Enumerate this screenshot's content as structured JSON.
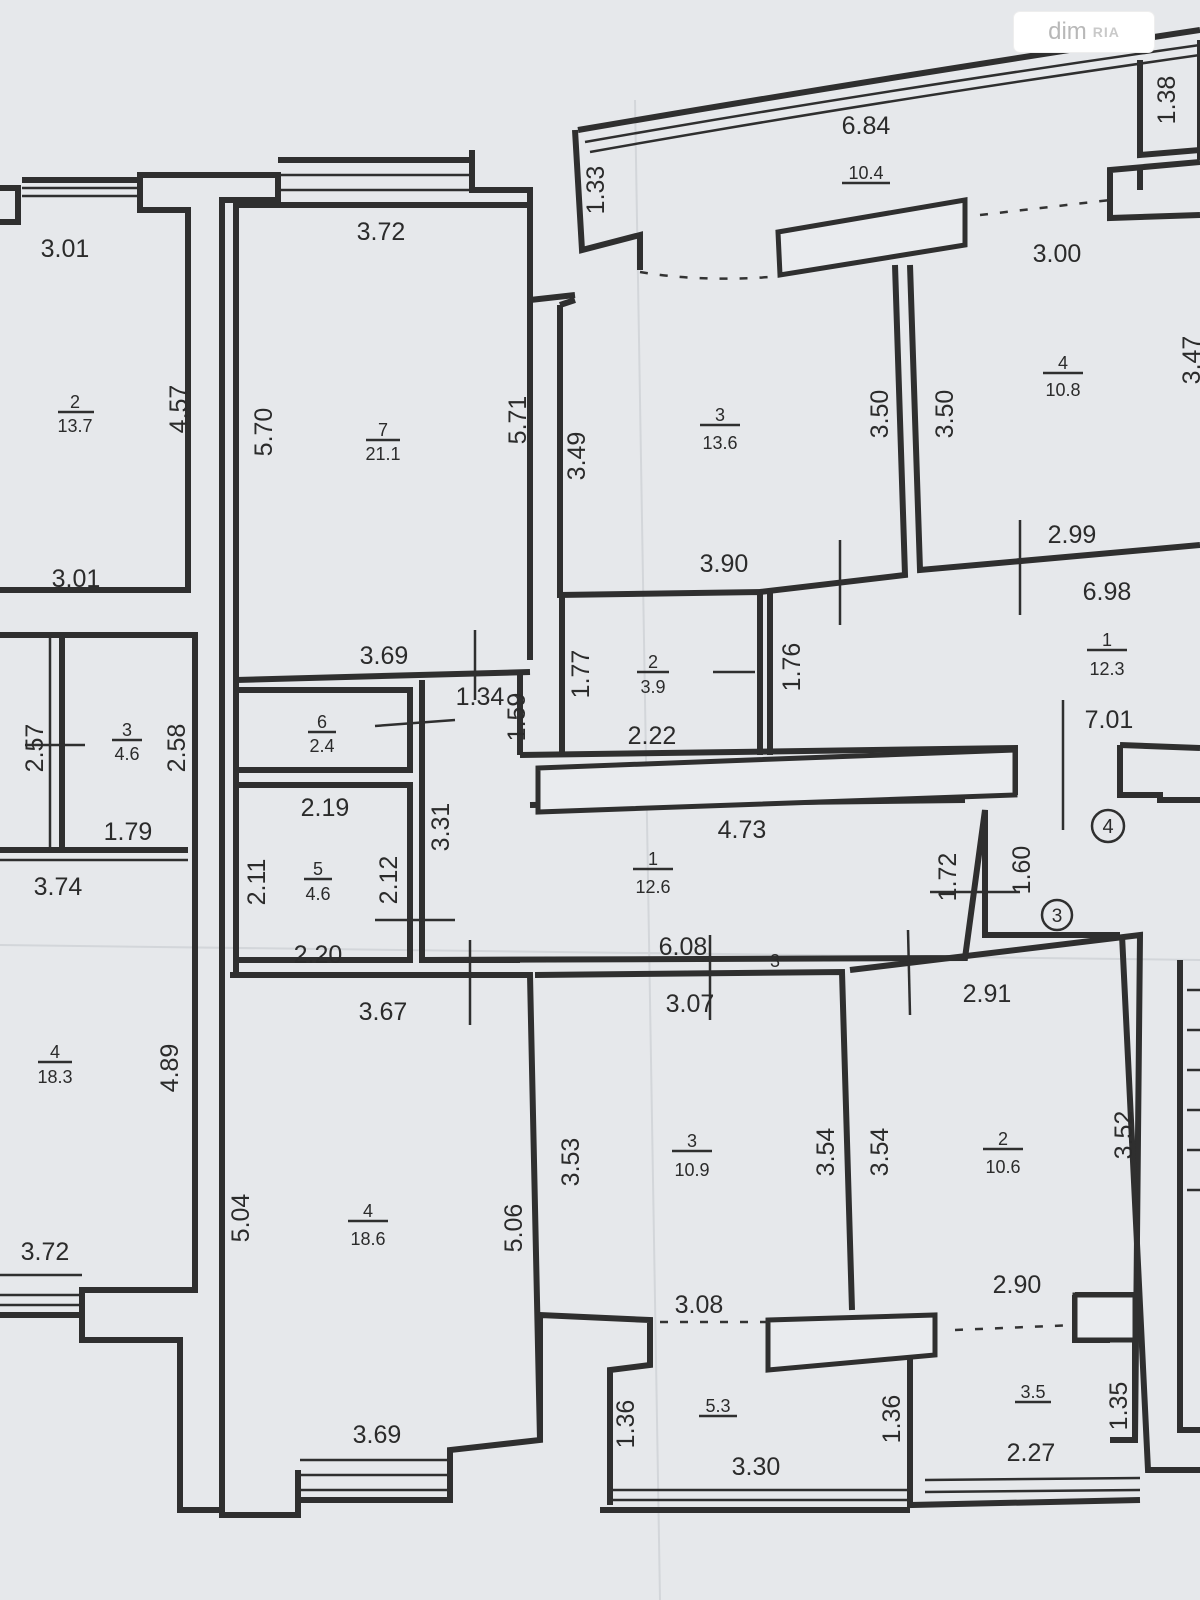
{
  "watermark": {
    "brand": "dim",
    "mark": "RIA"
  },
  "rooms": [
    {
      "id": "r-left-2",
      "number": "2",
      "area": "13.7"
    },
    {
      "id": "r-left-3",
      "number": "3",
      "area": "4.6"
    },
    {
      "id": "r-left-4",
      "number": "4",
      "area": "18.3"
    },
    {
      "id": "r-7",
      "number": "7",
      "area": "21.1"
    },
    {
      "id": "r-6",
      "number": "6",
      "area": "2.4"
    },
    {
      "id": "r-5",
      "number": "5",
      "area": "4.6"
    },
    {
      "id": "r-c1",
      "number": "1",
      "area": "12.6"
    },
    {
      "id": "r-c4",
      "number": "4",
      "area": "18.6"
    },
    {
      "id": "r-tr3",
      "number": "3",
      "area": "13.6"
    },
    {
      "id": "r-tr4",
      "number": "4",
      "area": "10.8"
    },
    {
      "id": "r-tr2",
      "number": "2",
      "area": "3.9"
    },
    {
      "id": "r-tr1",
      "number": "1",
      "area": "12.3"
    },
    {
      "id": "r-br3",
      "number": "3",
      "area": "10.9"
    },
    {
      "id": "r-br2",
      "number": "2",
      "area": "10.6"
    }
  ],
  "balconies": [
    {
      "id": "b-top",
      "area": "10.4"
    },
    {
      "id": "b-bottom-left",
      "area": "5.3"
    },
    {
      "id": "b-bottom-right",
      "area": "3.5"
    }
  ],
  "dimensions": [
    "3.01",
    "4.57",
    "3.01",
    "2.57",
    "2.58",
    "1.79",
    "3.74",
    "4.89",
    "3.72",
    "3.72",
    "5.70",
    "5.71",
    "3.69",
    "1.34",
    "1.59",
    "2.19",
    "2.11",
    "2.12",
    "3.31",
    "2.20",
    "3.67",
    "5.04",
    "5.06",
    "3.69",
    "1.33",
    "6.84",
    "1.38",
    "3.00",
    "3.49",
    "3.50",
    "3.50",
    "3.47",
    "3.90",
    "2.99",
    "6.98",
    "1.77",
    "1.76",
    "2.22",
    "7.01",
    "4.73",
    "1.72",
    "1.60",
    "6.08",
    "3",
    "3.07",
    "2.91",
    "3.53",
    "3.54",
    "3.54",
    "3.52",
    "3.08",
    "2.90",
    "1.36",
    "1.36",
    "1.35",
    "3.30",
    "2.27"
  ],
  "markers": [
    "4",
    "3"
  ]
}
